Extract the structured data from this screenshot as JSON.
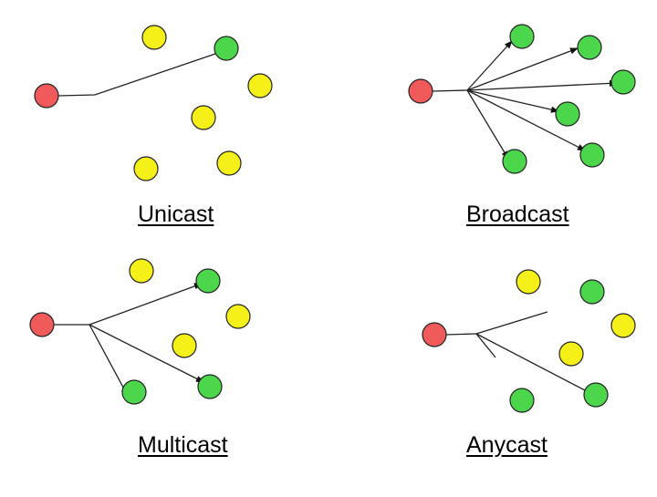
{
  "labels": {
    "unicast": "Unicast",
    "broadcast": "Broadcast",
    "multicast": "Multicast",
    "anycast": "Anycast"
  },
  "colors": {
    "source": "#f15a5a",
    "receiver": "#4bd64b",
    "idle": "#f5f018",
    "stroke": "#222222"
  }
}
